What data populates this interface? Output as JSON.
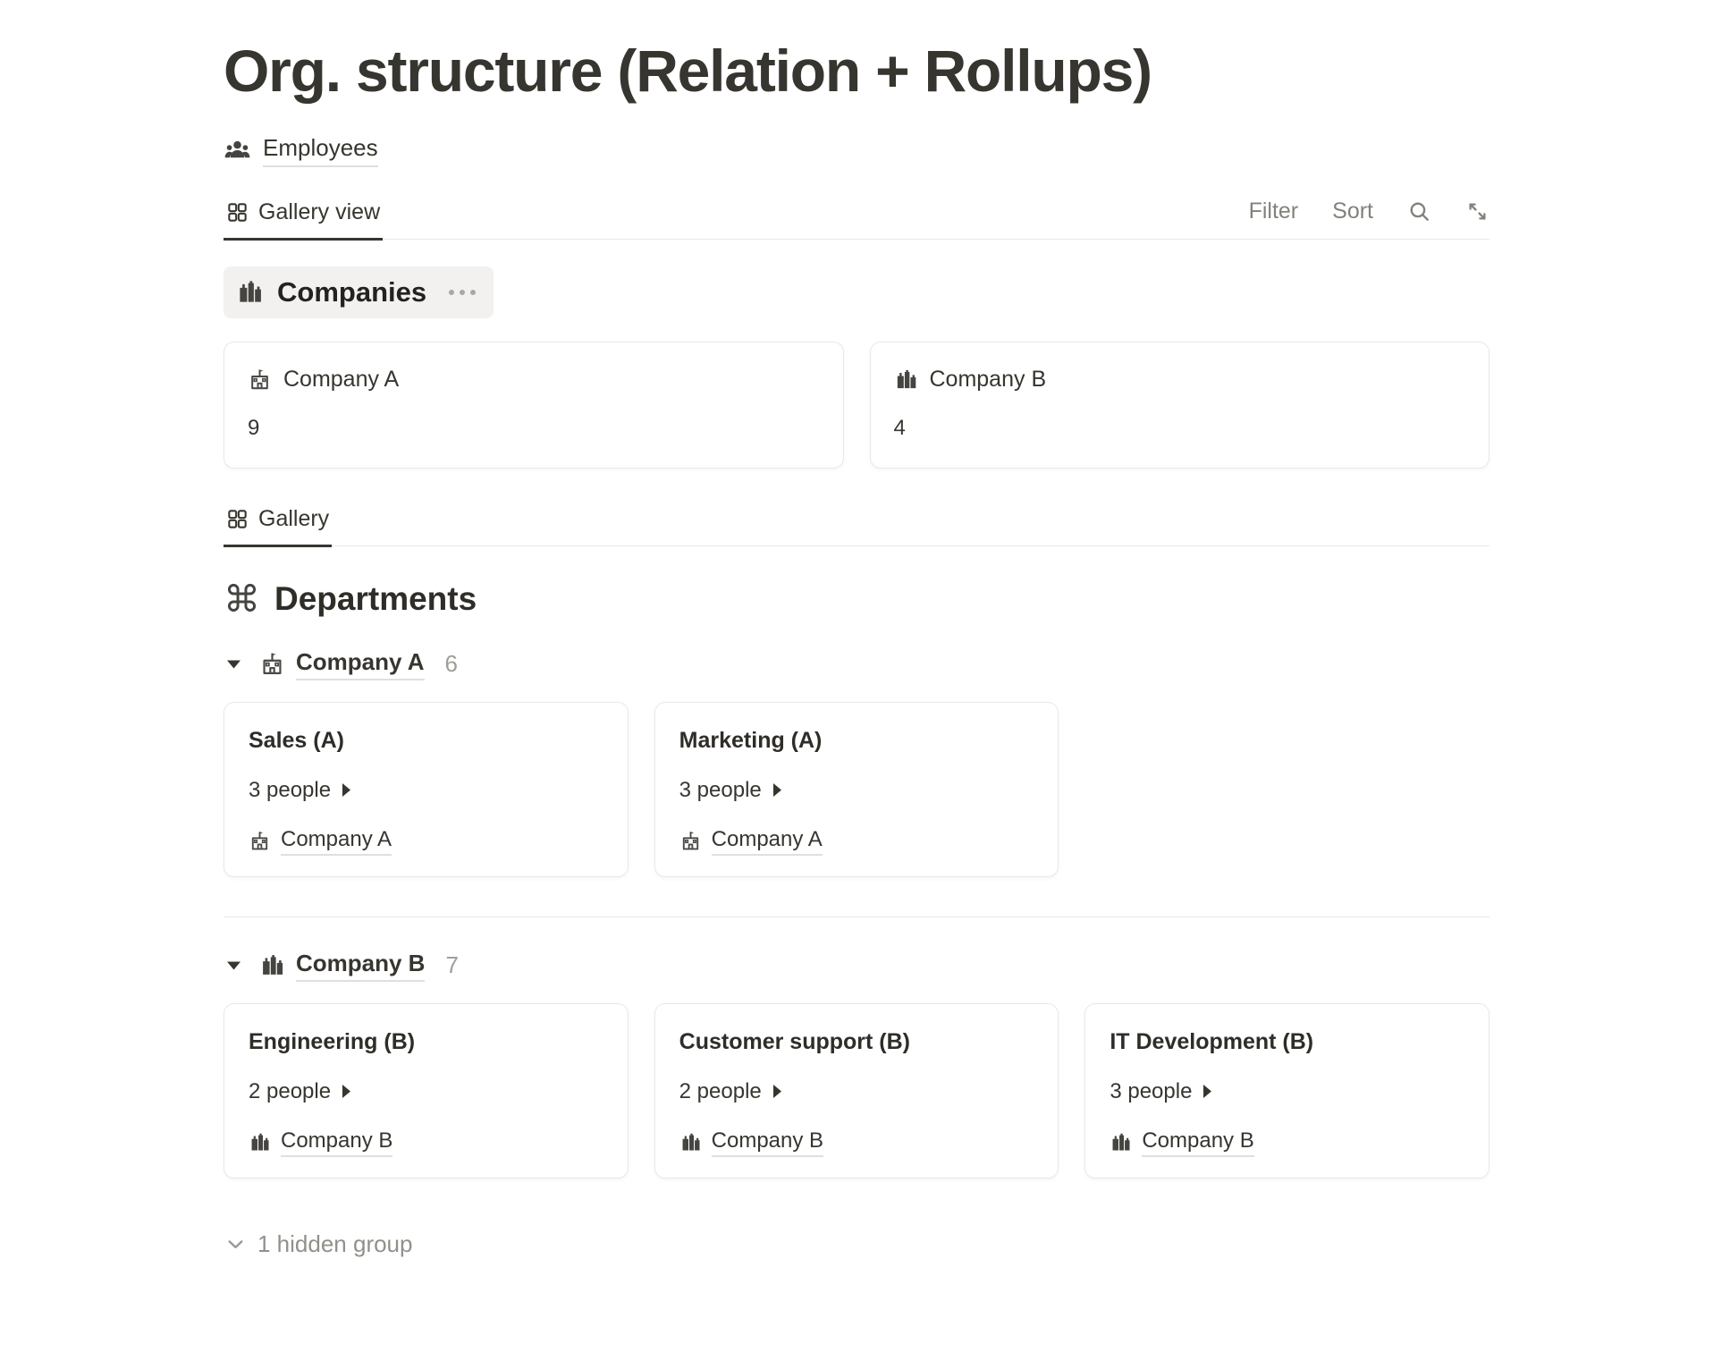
{
  "page": {
    "title": "Org. structure (Relation + Rollups)"
  },
  "database_link": {
    "label": "Employees"
  },
  "view_bar": {
    "tab": "Gallery view",
    "filter": "Filter",
    "sort": "Sort"
  },
  "companies": {
    "title": "Companies",
    "cards": [
      {
        "name": "Company A",
        "value": "9"
      },
      {
        "name": "Company B",
        "value": "4"
      }
    ]
  },
  "gallery_bar": {
    "tab": "Gallery"
  },
  "departments": {
    "title": "Departments",
    "groups": [
      {
        "name": "Company A",
        "count": "6",
        "cards": [
          {
            "title": "Sales (A)",
            "people": "3 people",
            "company": "Company A"
          },
          {
            "title": "Marketing (A)",
            "people": "3 people",
            "company": "Company A"
          }
        ]
      },
      {
        "name": "Company B",
        "count": "7",
        "cards": [
          {
            "title": "Engineering (B)",
            "people": "2 people",
            "company": "Company B"
          },
          {
            "title": "Customer support (B)",
            "people": "2 people",
            "company": "Company B"
          },
          {
            "title": "IT Development (B)",
            "people": "3 people",
            "company": "Company B"
          }
        ]
      }
    ]
  },
  "footer": {
    "hidden_groups": "1 hidden group"
  },
  "icons": {
    "people_group": "people-group-icon",
    "grid": "gallery-grid-icon",
    "search": "search-icon",
    "expand": "expand-icon",
    "city": "city-buildings-icon",
    "school": "school-building-icon",
    "command": "command-icon",
    "triangle_down": "triangle-down-icon",
    "triangle_right": "triangle-right-icon",
    "chevron_down": "chevron-down-icon",
    "ellipsis": "ellipsis-menu-icon"
  },
  "colors": {
    "text": "#37352f",
    "muted": "#82827c",
    "count_muted": "#9f9e99",
    "border": "#e9e9e7",
    "chip_background": "#f2f1ef",
    "card_border": "#e8e8e6"
  }
}
